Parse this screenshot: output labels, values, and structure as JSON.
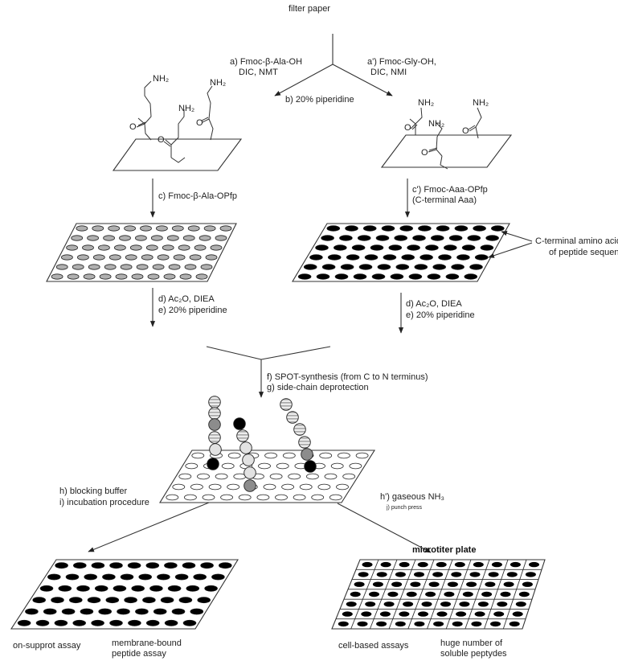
{
  "top": {
    "title": "filter paper"
  },
  "left_branch": {
    "step_a": "a) Fmoc-β-Ala-OH",
    "step_a_reagents": "DIC, NMT",
    "step_c": "c) Fmoc-β-Ala-OPfp",
    "step_d": "d) Ac₂O, DIEA",
    "step_e": "e) 20% piperidine"
  },
  "right_branch": {
    "step_a": "a') Fmoc-Gly-OH,",
    "step_a_reagents": "DIC, NMI",
    "step_c": "c') Fmoc-Aaa-OPfp",
    "step_c_note": "(C-terminal Aaa)",
    "c_terminal_label_1": "C-terminal amino acid",
    "c_terminal_label_2": "of peptide sequence",
    "step_d": "d) Ac₂O, DIEA",
    "step_e": "e) 20% piperidine"
  },
  "center": {
    "step_b": "b) 20% piperidine",
    "step_f": "f) SPOT-synthesis (from C to N terminus)",
    "step_g": "g) side-chain deprotection"
  },
  "chem": {
    "amine": "NH₂",
    "oxygen": "O"
  },
  "bottom_left": {
    "step_h": "h) blocking buffer",
    "step_i": "i) incubation procedure",
    "label_1": "on-supprot assay",
    "label_2a": "membrane-bound",
    "label_2b": "peptide assay"
  },
  "bottom_right": {
    "step_h": "h') gaseous NH₃",
    "step_j": "j) punch press",
    "plate_title": "microtiter plate",
    "label_1": "cell-based assays",
    "label_2a": "huge number of",
    "label_2b": "soluble peptydes"
  },
  "colors": {
    "ink": "#222222",
    "spot_gray": "#b0b0b0",
    "spot_black": "#000000",
    "bead_dark": "#8c8c8c",
    "bead_light": "#e2e2e2",
    "bead_striped": "#cfcfcf"
  }
}
